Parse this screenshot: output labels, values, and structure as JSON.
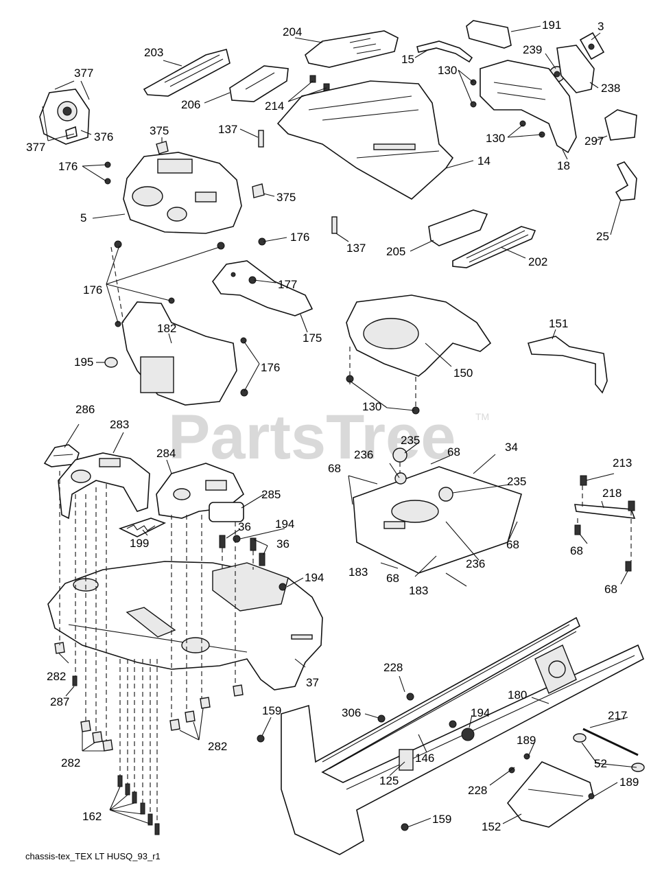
{
  "watermark": {
    "text": "PartsTree",
    "trademark": "TM"
  },
  "footer": {
    "text": "chassis-tex_TEX LT HUSQ_93_r1"
  },
  "callouts": [
    {
      "id": "377a",
      "text": "377"
    },
    {
      "id": "377b",
      "text": "377"
    },
    {
      "id": "376",
      "text": "376"
    },
    {
      "id": "203",
      "text": "203"
    },
    {
      "id": "204",
      "text": "204"
    },
    {
      "id": "206",
      "text": "206"
    },
    {
      "id": "214",
      "text": "214"
    },
    {
      "id": "15",
      "text": "15"
    },
    {
      "id": "191",
      "text": "191"
    },
    {
      "id": "3",
      "text": "3"
    },
    {
      "id": "239",
      "text": "239"
    },
    {
      "id": "130a",
      "text": "130"
    },
    {
      "id": "238",
      "text": "238"
    },
    {
      "id": "130b",
      "text": "130"
    },
    {
      "id": "375a",
      "text": "375"
    },
    {
      "id": "137a",
      "text": "137"
    },
    {
      "id": "14",
      "text": "14"
    },
    {
      "id": "297",
      "text": "297"
    },
    {
      "id": "18",
      "text": "18"
    },
    {
      "id": "176a",
      "text": "176"
    },
    {
      "id": "375b",
      "text": "375"
    },
    {
      "id": "5",
      "text": "5"
    },
    {
      "id": "176b",
      "text": "176"
    },
    {
      "id": "137b",
      "text": "137"
    },
    {
      "id": "205",
      "text": "205"
    },
    {
      "id": "202",
      "text": "202"
    },
    {
      "id": "25",
      "text": "25"
    },
    {
      "id": "176c",
      "text": "176"
    },
    {
      "id": "177",
      "text": "177"
    },
    {
      "id": "175",
      "text": "175"
    },
    {
      "id": "151",
      "text": "151"
    },
    {
      "id": "182",
      "text": "182"
    },
    {
      "id": "195",
      "text": "195"
    },
    {
      "id": "176d",
      "text": "176"
    },
    {
      "id": "150",
      "text": "150"
    },
    {
      "id": "130c",
      "text": "130"
    },
    {
      "id": "286",
      "text": "286"
    },
    {
      "id": "283",
      "text": "283"
    },
    {
      "id": "284",
      "text": "284"
    },
    {
      "id": "235a",
      "text": "235"
    },
    {
      "id": "236a",
      "text": "236"
    },
    {
      "id": "68a",
      "text": "68"
    },
    {
      "id": "34",
      "text": "34"
    },
    {
      "id": "213",
      "text": "213"
    },
    {
      "id": "68b",
      "text": "68"
    },
    {
      "id": "235b",
      "text": "235"
    },
    {
      "id": "218",
      "text": "218"
    },
    {
      "id": "285",
      "text": "285"
    },
    {
      "id": "36a",
      "text": "36"
    },
    {
      "id": "194a",
      "text": "194"
    },
    {
      "id": "199",
      "text": "199"
    },
    {
      "id": "36b",
      "text": "36"
    },
    {
      "id": "68c",
      "text": "68"
    },
    {
      "id": "68d",
      "text": "68"
    },
    {
      "id": "194b",
      "text": "194"
    },
    {
      "id": "183a",
      "text": "183"
    },
    {
      "id": "68e",
      "text": "68"
    },
    {
      "id": "236b",
      "text": "236"
    },
    {
      "id": "183b",
      "text": "183"
    },
    {
      "id": "68f",
      "text": "68"
    },
    {
      "id": "282a",
      "text": "282"
    },
    {
      "id": "37",
      "text": "37"
    },
    {
      "id": "228a",
      "text": "228"
    },
    {
      "id": "287",
      "text": "287"
    },
    {
      "id": "180",
      "text": "180"
    },
    {
      "id": "159a",
      "text": "159"
    },
    {
      "id": "306",
      "text": "306"
    },
    {
      "id": "194c",
      "text": "194"
    },
    {
      "id": "217",
      "text": "217"
    },
    {
      "id": "282b",
      "text": "282"
    },
    {
      "id": "282c",
      "text": "282"
    },
    {
      "id": "189a",
      "text": "189"
    },
    {
      "id": "146",
      "text": "146"
    },
    {
      "id": "52",
      "text": "52"
    },
    {
      "id": "125",
      "text": "125"
    },
    {
      "id": "228b",
      "text": "228"
    },
    {
      "id": "189b",
      "text": "189"
    },
    {
      "id": "162",
      "text": "162"
    },
    {
      "id": "159b",
      "text": "159"
    },
    {
      "id": "152",
      "text": "152"
    }
  ]
}
